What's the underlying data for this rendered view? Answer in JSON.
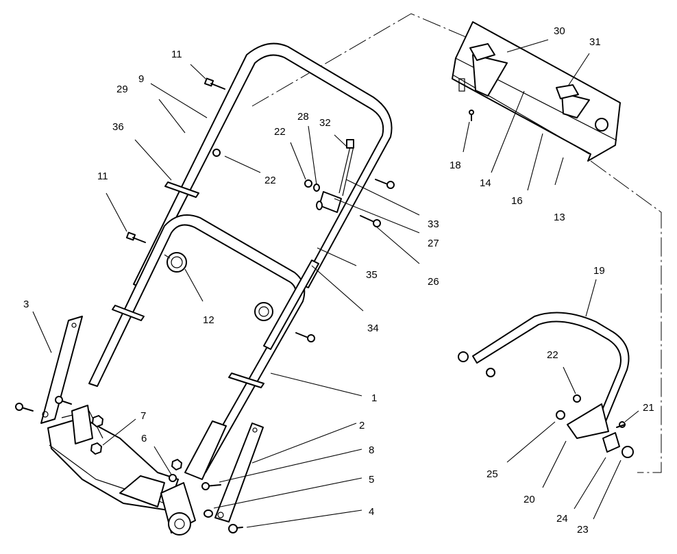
{
  "callouts": [
    {
      "id": "1",
      "label": "1"
    },
    {
      "id": "2",
      "label": "2"
    },
    {
      "id": "3",
      "label": "3"
    },
    {
      "id": "4",
      "label": "4"
    },
    {
      "id": "5",
      "label": "5"
    },
    {
      "id": "6",
      "label": "6"
    },
    {
      "id": "7",
      "label": "7"
    },
    {
      "id": "8",
      "label": "8"
    },
    {
      "id": "9",
      "label": "9"
    },
    {
      "id": "11a",
      "label": "11"
    },
    {
      "id": "11b",
      "label": "11"
    },
    {
      "id": "12",
      "label": "12"
    },
    {
      "id": "13",
      "label": "13"
    },
    {
      "id": "14",
      "label": "14"
    },
    {
      "id": "16",
      "label": "16"
    },
    {
      "id": "18",
      "label": "18"
    },
    {
      "id": "19",
      "label": "19"
    },
    {
      "id": "20",
      "label": "20"
    },
    {
      "id": "21",
      "label": "21"
    },
    {
      "id": "22a",
      "label": "22"
    },
    {
      "id": "22b",
      "label": "22"
    },
    {
      "id": "22c",
      "label": "22"
    },
    {
      "id": "23",
      "label": "23"
    },
    {
      "id": "24",
      "label": "24"
    },
    {
      "id": "25",
      "label": "25"
    },
    {
      "id": "26",
      "label": "26"
    },
    {
      "id": "27",
      "label": "27"
    },
    {
      "id": "28",
      "label": "28"
    },
    {
      "id": "29",
      "label": "29"
    },
    {
      "id": "30",
      "label": "30"
    },
    {
      "id": "31",
      "label": "31"
    },
    {
      "id": "32",
      "label": "32"
    },
    {
      "id": "33",
      "label": "33"
    },
    {
      "id": "34",
      "label": "34"
    },
    {
      "id": "35",
      "label": "35"
    },
    {
      "id": "36",
      "label": "36"
    }
  ]
}
